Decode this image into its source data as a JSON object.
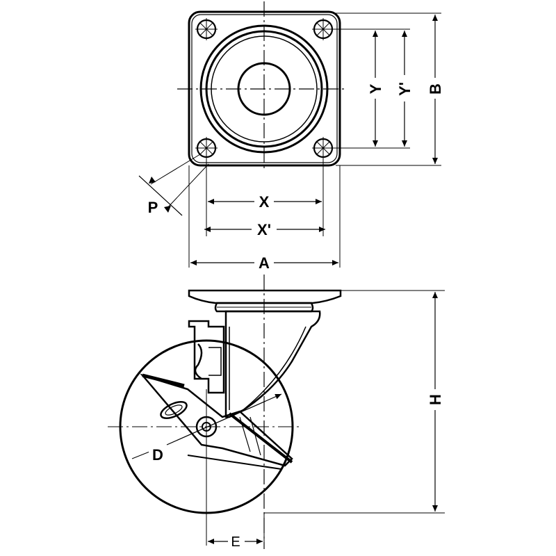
{
  "labels": {
    "y": "Y",
    "y_prime": "Y'",
    "b": "B",
    "p": "P",
    "x": "X",
    "x_prime": "X'",
    "a": "A",
    "h": "H",
    "d": "D",
    "e": "E"
  },
  "colors": {
    "line": "#000000",
    "background": "#ffffff"
  }
}
